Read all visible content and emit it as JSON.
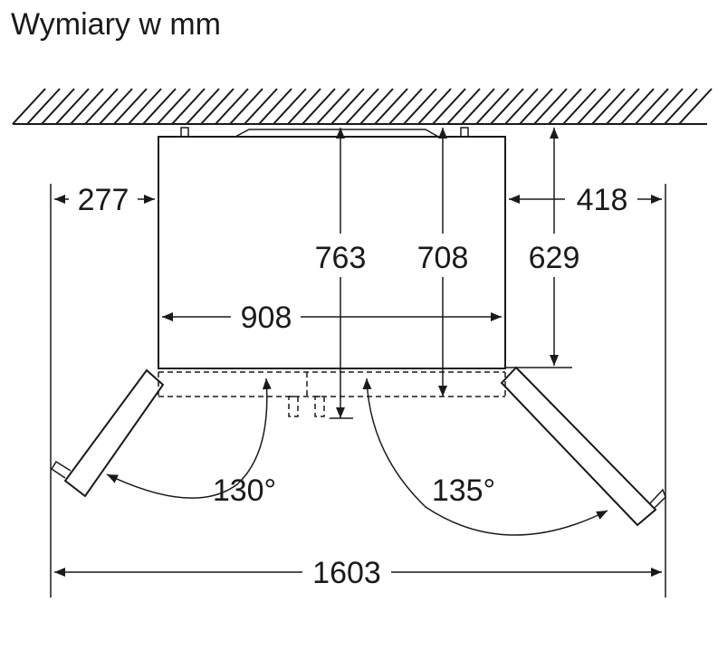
{
  "title": "Wymiary w mm",
  "dimensions": {
    "left_clearance": "277",
    "right_clearance": "418",
    "depth_with_open_door": "763",
    "depth_with_door": "708",
    "body_depth": "629",
    "body_width": "908",
    "total_width": "1603"
  },
  "angles": {
    "left_door": "130°",
    "right_door": "135°"
  }
}
